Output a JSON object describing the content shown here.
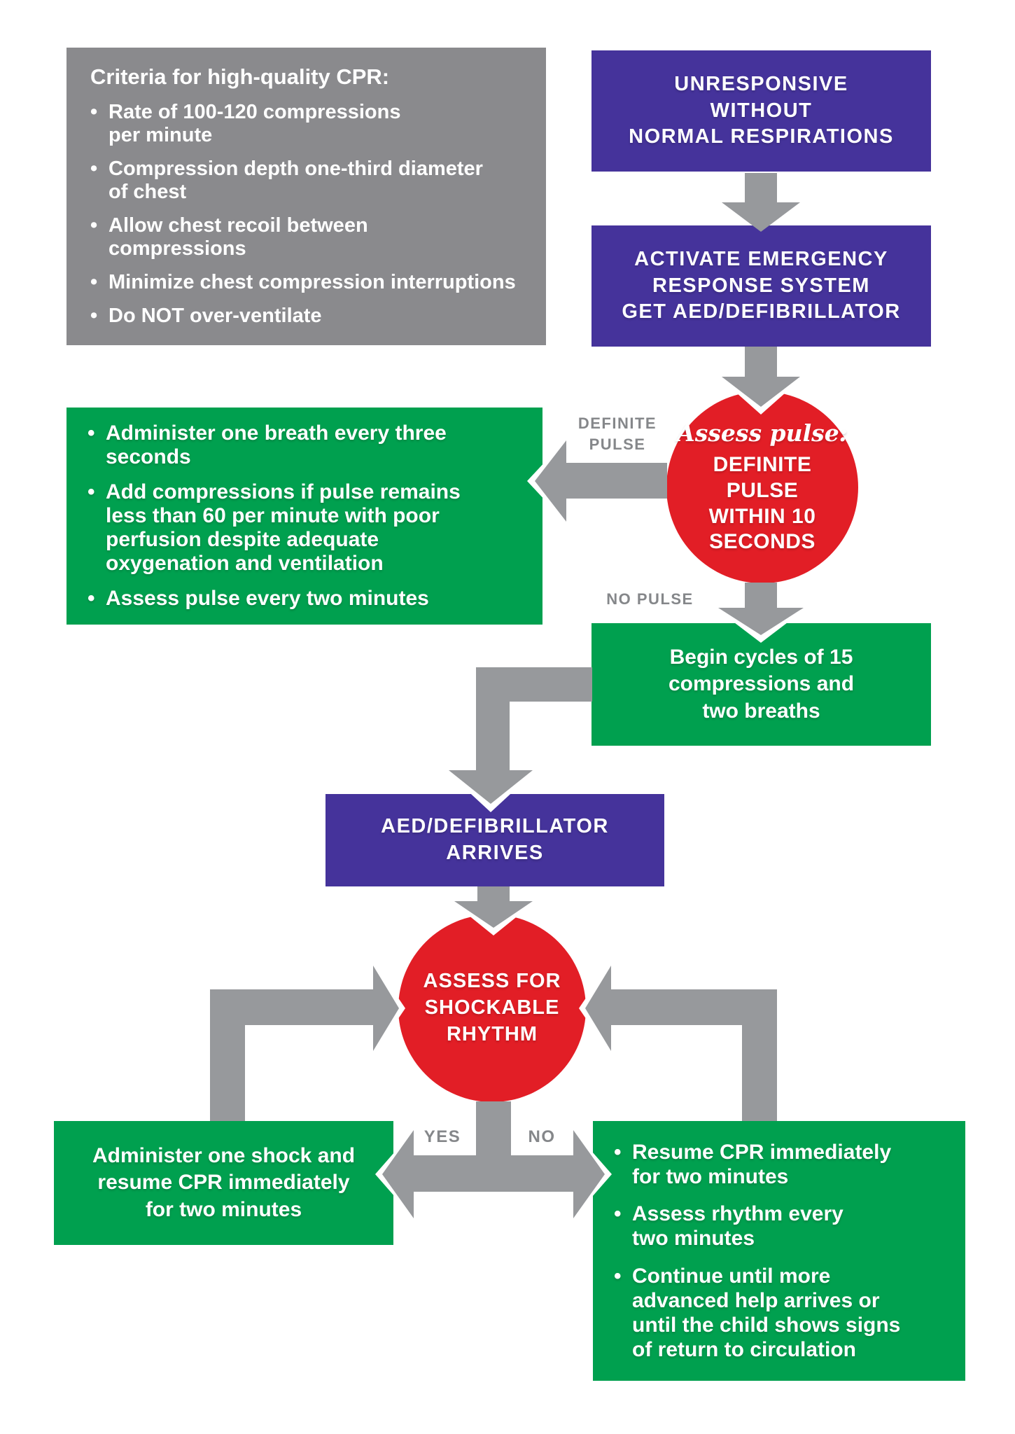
{
  "colors": {
    "purple": "#45339B",
    "red": "#E21E26",
    "green": "#00A04F",
    "panel_gray": "#8A8A8D",
    "arrow_gray": "#97999C",
    "label_gray": "#85878A",
    "text": "#FFFFFF"
  },
  "criteria": {
    "title": "Criteria for high-quality CPR:",
    "items": [
      "Rate of 100-120 compressions\nper minute",
      "Compression depth one-third diameter\nof chest",
      "Allow chest recoil between\ncompressions",
      "Minimize chest compression interruptions",
      "Do NOT over-ventilate"
    ]
  },
  "nodes": {
    "unresponsive": {
      "text": "UNRESPONSIVE\nWITHOUT\nNORMAL RESPIRATIONS"
    },
    "activate": {
      "text": "ACTIVATE EMERGENCY\nRESPONSE SYSTEM\nGET AED/DEFIBRILLATOR"
    },
    "assess_pulse": {
      "heading": "Assess pulse:",
      "text": "DEFINITE\nPULSE\nWITHIN 10\nSECONDS"
    },
    "breaths": {
      "items": [
        "Administer one breath every three\nseconds",
        "Add compressions if pulse remains\nless than 60 per minute with poor\nperfusion despite adequate\noxygenation and ventilation",
        "Assess pulse every two minutes"
      ]
    },
    "begin_cycles": {
      "text": "Begin cycles of 15\ncompressions and\ntwo breaths"
    },
    "aed_arrives": {
      "text": "AED/DEFIBRILLATOR\nARRIVES"
    },
    "assess_rhythm": {
      "text": "ASSESS FOR\nSHOCKABLE\nRHYTHM"
    },
    "administer_shock": {
      "text": "Administer one shock and\nresume CPR immediately\nfor two minutes"
    },
    "resume_cpr": {
      "items": [
        "Resume CPR immediately\nfor two minutes",
        "Assess rhythm every\ntwo minutes",
        "Continue until more\nadvanced help arrives or\nuntil the child shows signs\nof return to circulation"
      ]
    }
  },
  "labels": {
    "definite_pulse": "DEFINITE\nPULSE",
    "no_pulse": "NO PULSE",
    "yes": "YES",
    "no": "NO"
  }
}
